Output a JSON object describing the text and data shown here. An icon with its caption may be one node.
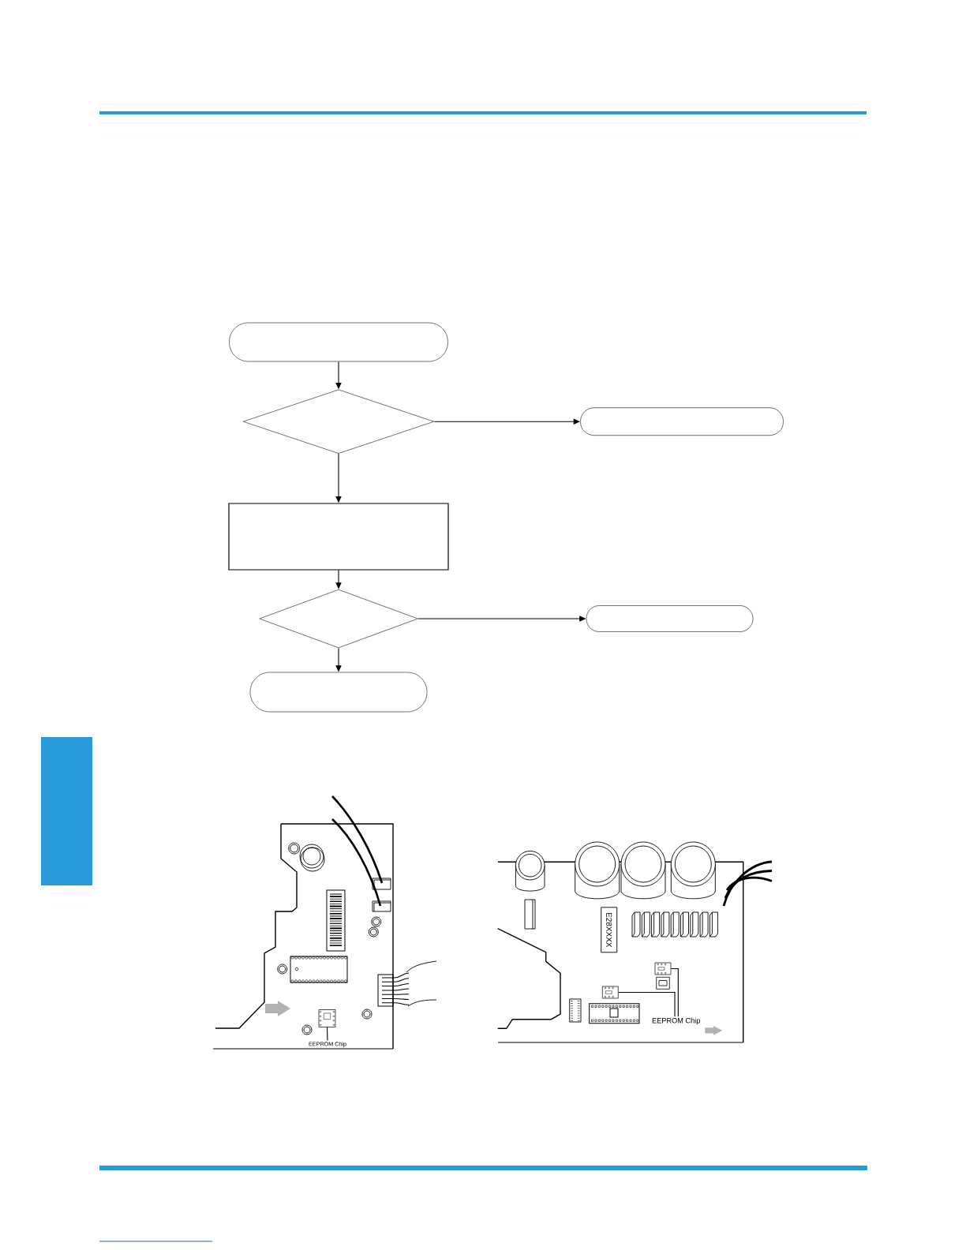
{
  "diagram": {
    "nodes": [
      {
        "text": [],
        "shape": "capsule"
      },
      {
        "text": [],
        "shape": "diamond"
      },
      {
        "text": [],
        "shape": "capsule"
      },
      {
        "text": [],
        "shape": "box"
      },
      {
        "text": [],
        "shape": "diamond"
      },
      {
        "text": [],
        "shape": "capsule"
      },
      {
        "text": [],
        "shape": "capsule"
      },
      {
        "text": [],
        "shape": "bar"
      },
      {
        "text": [],
        "shape": "chip"
      },
      {
        "text": [
          "EEPROM Chip"
        ]
      },
      {
        "text": [],
        "shape": "chip"
      },
      {
        "text": [],
        "shape": "chip"
      },
      {
        "text": [
          "EEPROM Chip"
        ]
      }
    ],
    "edges": [
      {
        "from": 0,
        "to": 1,
        "arrow": "to"
      },
      {
        "from": 1,
        "to": 2,
        "arrow": "to"
      },
      {
        "from": 1,
        "to": 3,
        "arrow": "to"
      },
      {
        "from": 3,
        "to": 4,
        "arrow": "to"
      },
      {
        "from": 4,
        "to": 5,
        "arrow": "to"
      },
      {
        "from": 4,
        "to": 6,
        "arrow": "to"
      },
      {
        "from": 9,
        "to": 8,
        "arrow": "none"
      },
      {
        "from": 12,
        "to": 10,
        "arrow": "none"
      },
      {
        "from": 12,
        "to": 11,
        "arrow": "none"
      }
    ],
    "labels": [
      "E28XXXX"
    ]
  }
}
